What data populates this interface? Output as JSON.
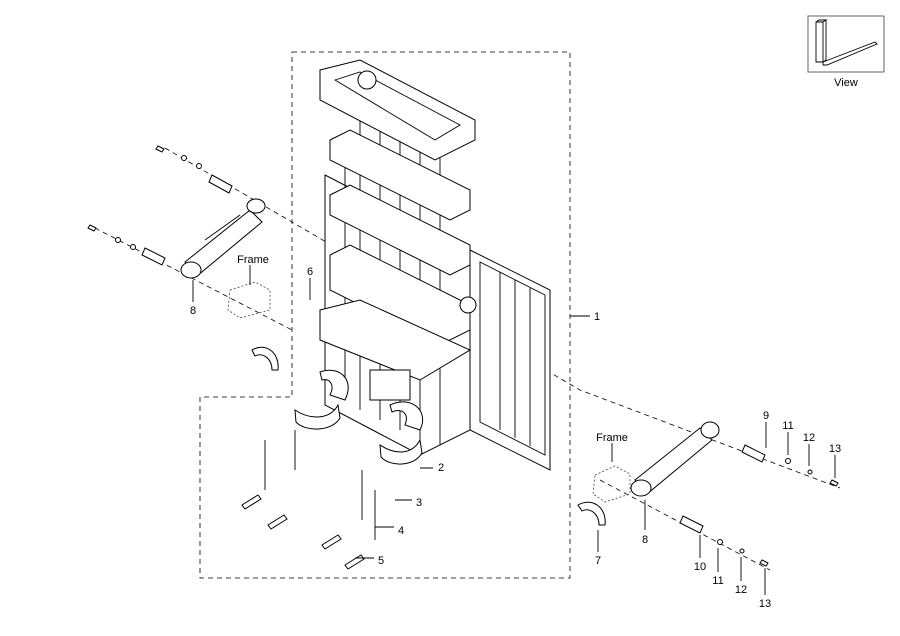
{
  "diagram": {
    "view_inset": {
      "label": "View"
    },
    "frame_labels": [
      "Frame",
      "Frame"
    ],
    "callouts": {
      "c1": "1",
      "c2": "2",
      "c3": "3",
      "c4": "4",
      "c5": "5",
      "c6": "6",
      "c7": "7",
      "c8a": "8",
      "c8b": "8",
      "c9": "9",
      "c10": "10",
      "c11a": "11",
      "c11b": "11",
      "c12a": "12",
      "c12b": "12",
      "c13a": "13",
      "c13b": "13"
    }
  }
}
